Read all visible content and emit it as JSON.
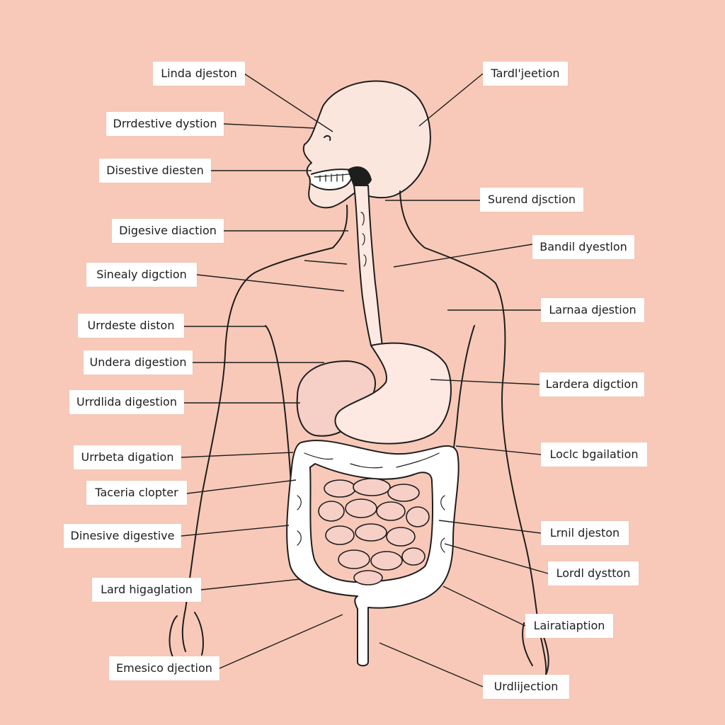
{
  "colors": {
    "background": "#f8c9b8",
    "outline": "#1e1e1e",
    "skin": "#fbe6de",
    "organ": "#fde9e2",
    "intestine": "#f6cfc7"
  },
  "labels": {
    "left": [
      "Linda djeston",
      "Drrdestive dystion",
      "Disestive diesten",
      "Digesive diaction",
      "Sinealy digction",
      "Urrdeste diston",
      "Undera digestion",
      "Urrdlida digestion",
      "Urrbeta digation",
      "Taceria clopter",
      "Dinesive digestive",
      "Lard higaglation",
      "Emesico djection"
    ],
    "right": [
      "Tardl'jeetion",
      "Surend djsction",
      "Bandil dyestlon",
      "Larnaa djestion",
      "Lardera digction",
      "Loclc bgailation",
      "Lrnil djeston",
      "Lordl dystton",
      "Lairatiaption",
      "Urdlijection"
    ]
  }
}
